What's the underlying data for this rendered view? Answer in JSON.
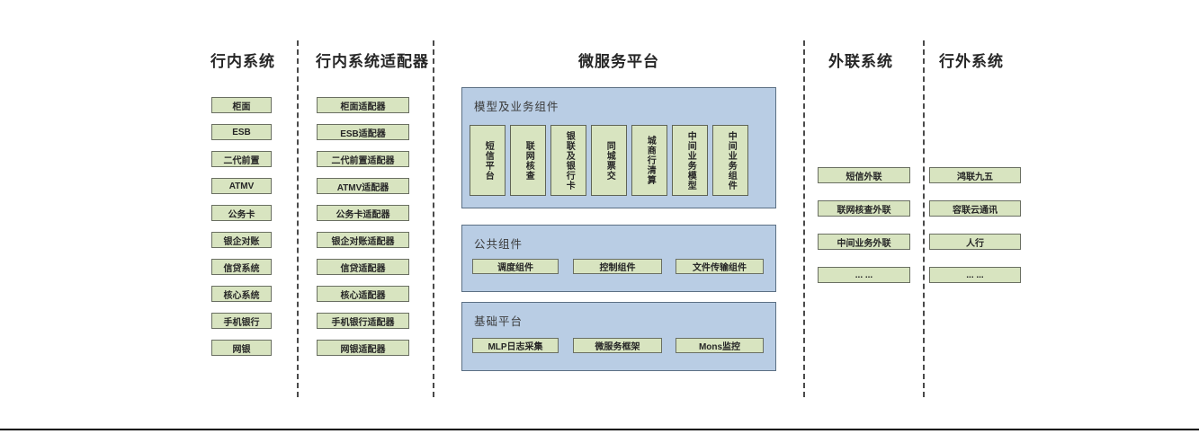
{
  "headers": {
    "inbank": "行内系统",
    "adapters": "行内系统适配器",
    "platform": "微服务平台",
    "external": "外联系统",
    "outside": "行外系统"
  },
  "inbank": {
    "boxes": [
      "柜面",
      "ESB",
      "二代前置",
      "ATMV",
      "公务卡",
      "银企对账",
      "信贷系统",
      "核心系统",
      "手机银行",
      "网银"
    ]
  },
  "adapters": {
    "boxes": [
      "柜面适配器",
      "ESB适配器",
      "二代前置适配器",
      "ATMV适配器",
      "公务卡适配器",
      "银企对账适配器",
      "信贷适配器",
      "核心适配器",
      "手机银行适配器",
      "网银适配器"
    ]
  },
  "platform": {
    "model_section": {
      "label": "模型及业务组件",
      "items": [
        "短信平台",
        "联网核查",
        "银联及银行卡",
        "同城票交",
        "城商行清算",
        "中间业务模型",
        "中间业务组件"
      ]
    },
    "common_section": {
      "label": "公共组件",
      "items": [
        "调度组件",
        "控制组件",
        "文件传输组件"
      ]
    },
    "base_section": {
      "label": "基础平台",
      "items": [
        "MLP日志采集",
        "微服务框架",
        "Mons监控"
      ]
    }
  },
  "external": {
    "boxes": [
      "短信外联",
      "联网核查外联",
      "中间业务外联",
      "... ..."
    ]
  },
  "outside": {
    "boxes": [
      "鸿联九五",
      "容联云通讯",
      "人行",
      "... ..."
    ]
  },
  "colors": {
    "green_fill": "#d8e4c0",
    "green_border": "#6a6f62",
    "blue_fill": "#b9cde4",
    "blue_border": "#5c7084",
    "divider": "#4a4a4a",
    "text": "#262626"
  }
}
